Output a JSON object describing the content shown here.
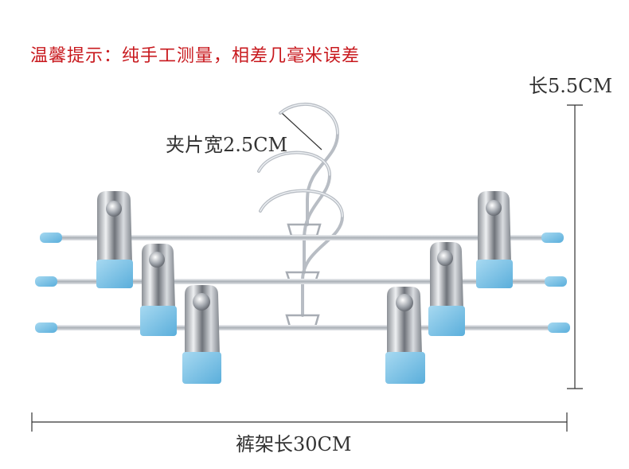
{
  "notice": "温馨提示：纯手工测量，相差几毫米误差",
  "dimensions": {
    "height_label": "长5.5CM",
    "clip_width_label": "夹片宽2.5CM",
    "length_label": "裤架长30CM"
  },
  "colors": {
    "notice_red": "#c8191e",
    "clip_blue": "#7ec3e6",
    "steel": "#b9bec5",
    "text": "#333333"
  }
}
